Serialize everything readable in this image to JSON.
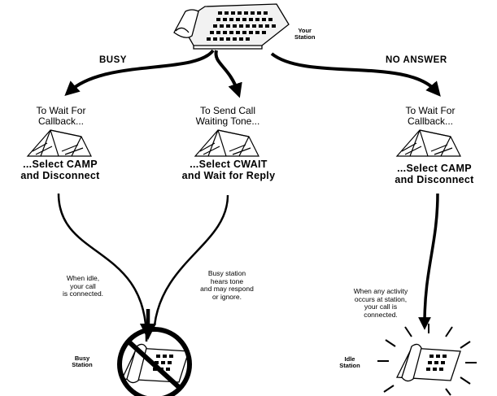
{
  "your_station": {
    "line1": "Your",
    "line2": "Station"
  },
  "branches": {
    "busy": "BUSY",
    "no_answer": "NO ANSWER"
  },
  "options": [
    {
      "prompt1": "To Wait For",
      "prompt2": "Callback...",
      "action1": "...Select CAMP",
      "action2": "and Disconnect"
    },
    {
      "prompt1": "To Send Call",
      "prompt2": "Waiting Tone...",
      "action1": "...Select CWAIT",
      "action2": "and Wait for Reply"
    },
    {
      "prompt1": "To Wait For",
      "prompt2": "Callback...",
      "action1": "...Select CAMP",
      "action2": "and Disconnect"
    }
  ],
  "notes": {
    "idle_connect": [
      "When idle,",
      "your call",
      "is connected."
    ],
    "busy_tone": [
      "Busy station",
      "hears tone",
      "and may respond",
      "or ignore."
    ],
    "activity_connect": [
      "When any activity",
      "occurs at station,",
      "your call is",
      "connected."
    ]
  },
  "busy_station": {
    "line1": "Busy",
    "line2": "Station"
  },
  "idle_station": {
    "line1": "Idle",
    "line2": "Station"
  }
}
